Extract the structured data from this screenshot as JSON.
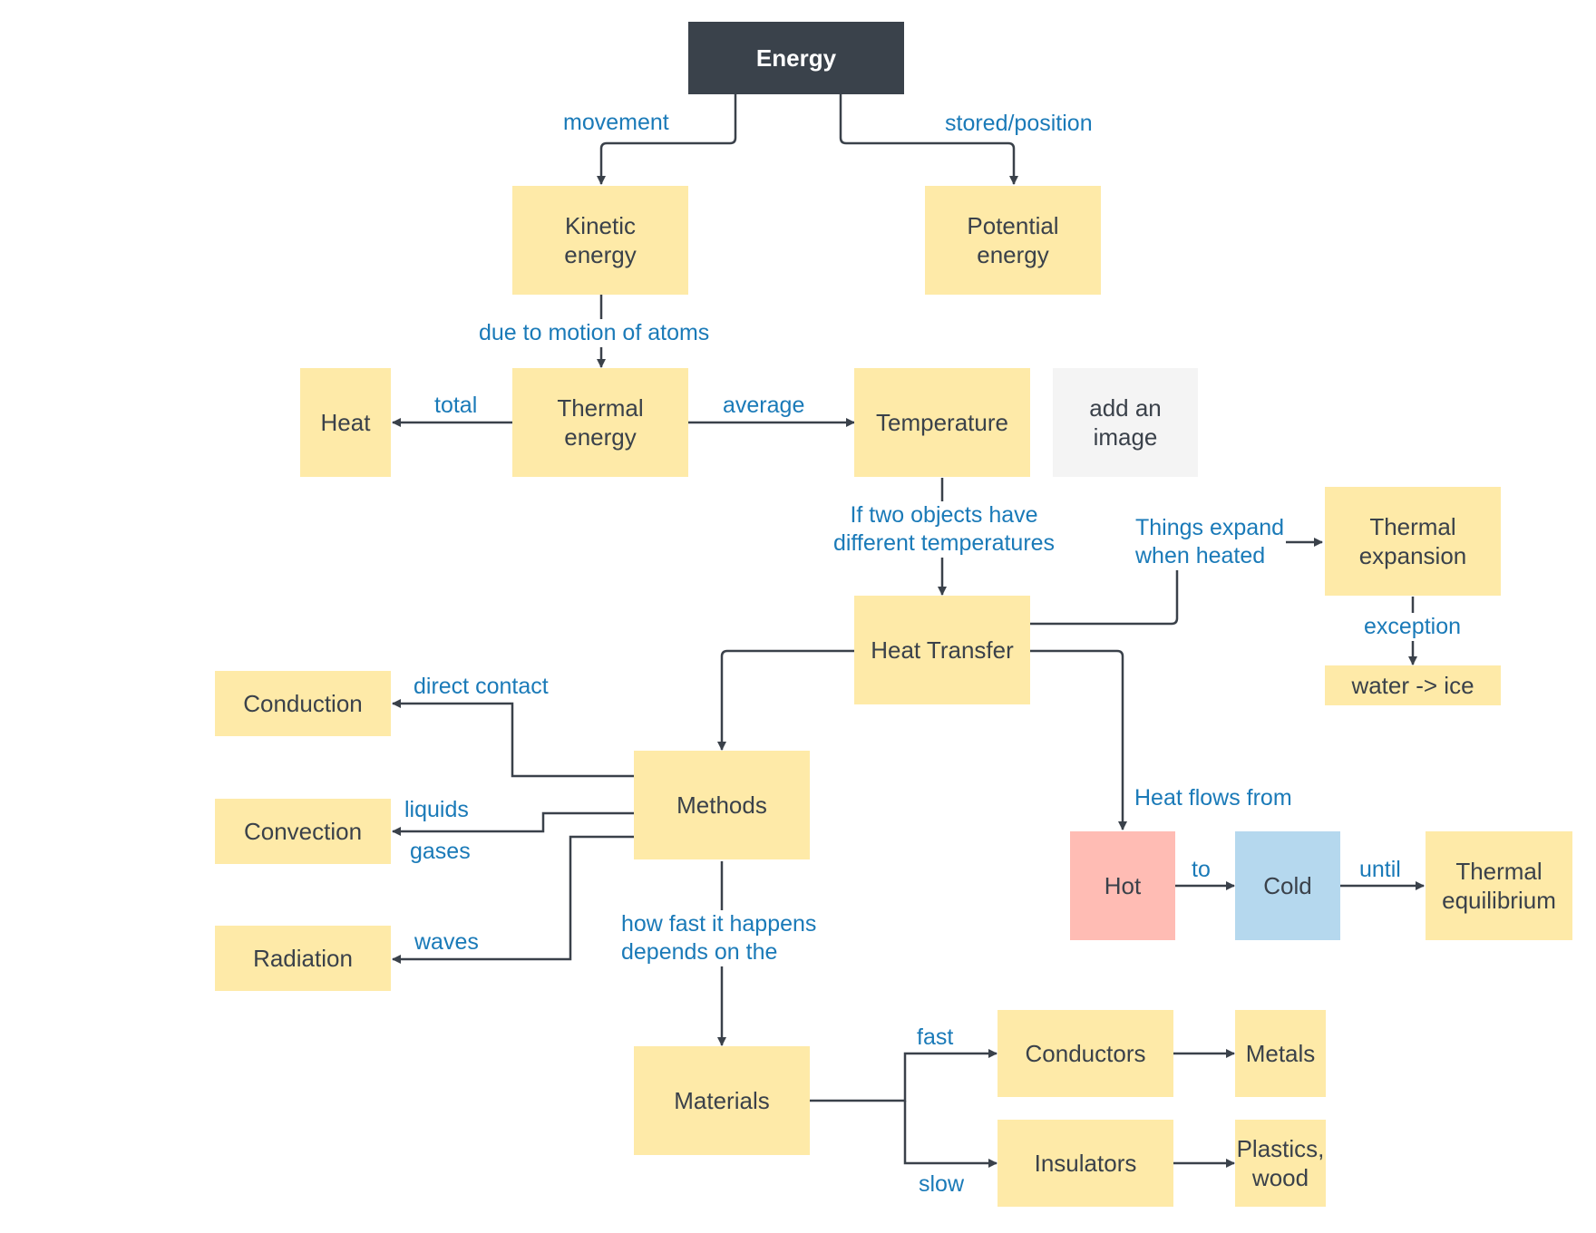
{
  "nodes": {
    "energy": "Energy",
    "kinetic": "Kinetic\nenergy",
    "potential": "Potential\nenergy",
    "heat": "Heat",
    "thermal": "Thermal\nenergy",
    "temperature": "Temperature",
    "image_placeholder": "add an\nimage",
    "thermal_expansion": "Thermal\nexpansion",
    "water_ice": "water -> ice",
    "heat_transfer": "Heat Transfer",
    "conduction": "Conduction",
    "convection": "Convection",
    "radiation": "Radiation",
    "methods": "Methods",
    "materials": "Materials",
    "conductors": "Conductors",
    "insulators": "Insulators",
    "metals": "Metals",
    "plastics": "Plastics,\nwood",
    "hot": "Hot",
    "cold": "Cold",
    "equilibrium": "Thermal\nequilibrium"
  },
  "edges": {
    "movement": "movement",
    "stored": "stored/position",
    "due_to_motion": "due to motion of atoms",
    "total": "total",
    "average": "average",
    "two_objects": "If two objects have\ndifferent temperatures",
    "things_expand": "Things expand\nwhen heated",
    "exception": "exception",
    "direct_contact": "direct contact",
    "liquids": "liquids",
    "gases": "gases",
    "waves": "waves",
    "how_fast": "how fast it happens\ndepends on the",
    "fast": "fast",
    "slow": "slow",
    "heat_flows": "Heat flows from",
    "to": "to",
    "until": "until"
  },
  "colors": {
    "node_fill": "#feeaa8",
    "root_fill": "#3a424b",
    "hot_fill": "#ffbcb4",
    "cold_fill": "#b5d8ee",
    "placeholder_fill": "#f4f4f4",
    "connector": "#3a414a",
    "edge_label": "#1a7ab8"
  }
}
